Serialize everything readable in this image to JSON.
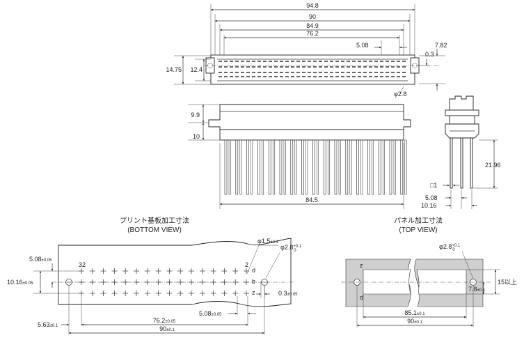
{
  "top_view": {
    "dims": {
      "d948": "94.8",
      "d90": "90",
      "d849": "84.9",
      "d762": "76.2",
      "d508": "5.08",
      "d782": "7.82",
      "d03": "0.3",
      "d1475": "14.75",
      "d124": "12.4",
      "phi28": "φ2.8"
    }
  },
  "front_view": {
    "dims": {
      "d99": "9.9",
      "d10": "10",
      "d845": "84.5"
    }
  },
  "side_view": {
    "dims": {
      "d2196": "21.96",
      "sq": "□1",
      "d508": "5.08",
      "d1016": "10.16"
    }
  },
  "pcb": {
    "title_jp": "プリント基板加工寸法",
    "title_en": "(BOTTOM VIEW)",
    "labels": {
      "n32": "32",
      "n2": "2",
      "row_d": "d",
      "row_b": "b",
      "row_z": "z"
    },
    "dims": {
      "d508": "5.08",
      "d508_tol": "±0.05",
      "d1016": "10.16",
      "d1016_tol": "±0.05",
      "phi15": "φ1.5",
      "phi15_tol": "±0.1",
      "phi28": "φ2.8",
      "phi28_tol_up": "+0.1",
      "phi28_tol_dn": "0",
      "d03": "0.3",
      "d03_tol": "±0.05",
      "d508b": "5.08",
      "d508b_tol": "±0.05",
      "d762": "76.2",
      "d762_tol": "±0.05",
      "d563": "5.63",
      "d563_tol": "±0.1",
      "d90": "90",
      "d90_tol": "±0.1"
    }
  },
  "panel": {
    "title_jp": "パネル加工寸法",
    "title_en": "(TOP VIEW)",
    "labels": {
      "row_z": "z",
      "row_d": "d"
    },
    "dims": {
      "phi28": "φ2.8",
      "phi28_tol_up": "+0.1",
      "phi28_tol_dn": "0",
      "d15": "15以上",
      "d78": "7.8",
      "d78_tol": "±0.1",
      "d851": "85.1",
      "d851_tol": "±0.1",
      "d90": "90",
      "d90_tol": "±0.1"
    }
  }
}
